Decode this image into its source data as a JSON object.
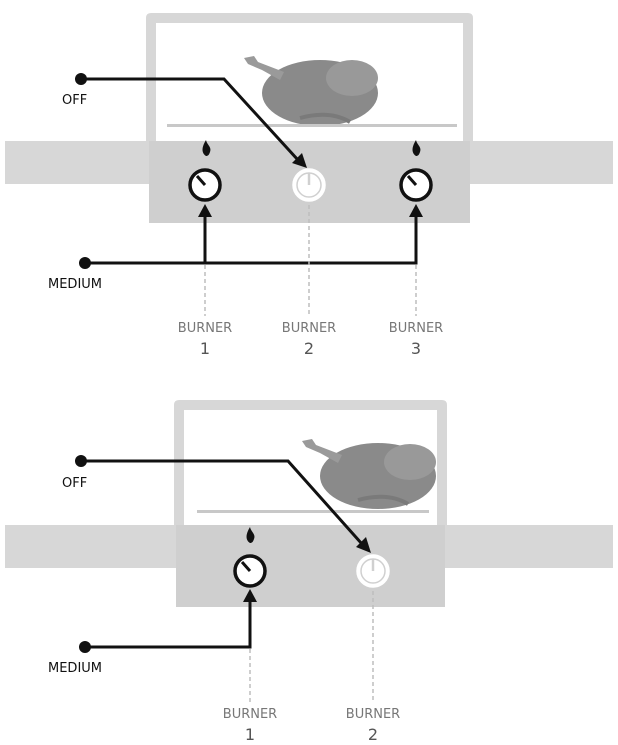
{
  "diagrams": [
    {
      "off_label": "OFF",
      "medium_label": "MEDIUM",
      "burners": [
        {
          "label": "BURNER",
          "number": "1",
          "state": "medium"
        },
        {
          "label": "BURNER",
          "number": "2",
          "state": "off"
        },
        {
          "label": "BURNER",
          "number": "3",
          "state": "medium"
        }
      ]
    },
    {
      "off_label": "OFF",
      "medium_label": "MEDIUM",
      "burners": [
        {
          "label": "BURNER",
          "number": "1",
          "state": "medium"
        },
        {
          "label": "BURNER",
          "number": "2",
          "state": "off"
        }
      ]
    }
  ],
  "colors": {
    "grill_light": "#d7d7d7",
    "grill_mid": "#cfcfcf",
    "bird": "#8a8a8a",
    "line": "#111111",
    "dashed": "#bdbdbd"
  }
}
